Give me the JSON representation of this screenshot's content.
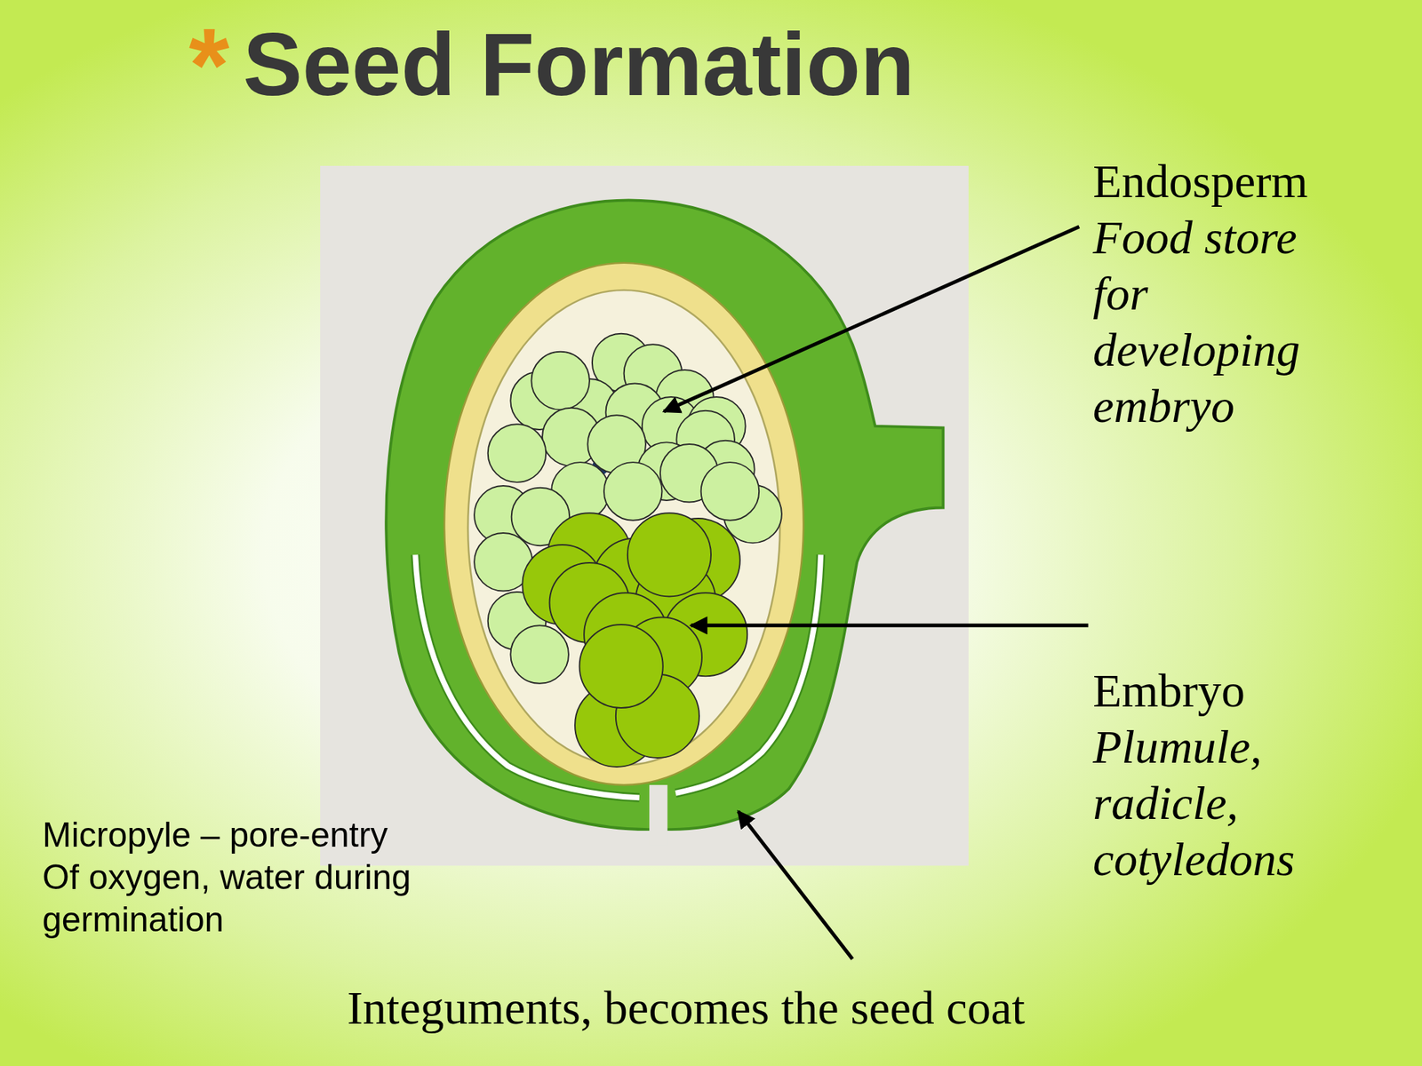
{
  "diagram": {
    "title": "Seed Formation",
    "labels": [
      "*",
      "Endosperm",
      "Food store for developing embryo",
      "Embryo",
      "Plumule, radicle, cotyledons",
      "Micropyle – pore-entry Of oxygen, water during germination",
      "Integuments, becomes the seed coat"
    ]
  }
}
